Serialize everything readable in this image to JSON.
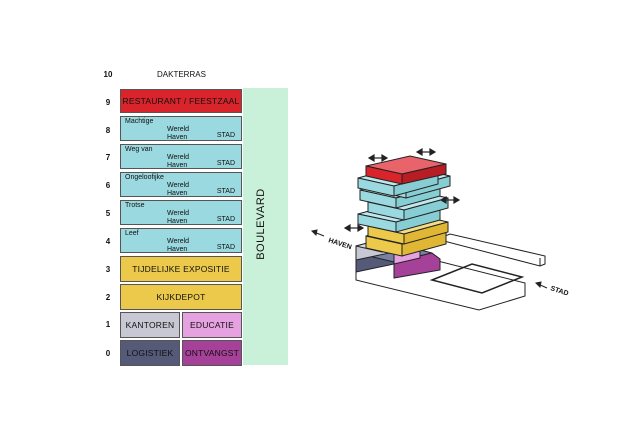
{
  "diagram": {
    "floors": [
      "10",
      "9",
      "8",
      "7",
      "6",
      "5",
      "4",
      "3",
      "2",
      "1",
      "0"
    ],
    "roof_label": "DAKTERRAS",
    "boulevard": "BOULEVARD",
    "blocks": {
      "restaurant": "RESTAURANT / FEESTZAAL",
      "tijdelijke": "TIJDELIJKE EXPOSITIE",
      "kijkdepot": "KIJKDEPOT",
      "kantoren": "KANTOREN",
      "educatie": "EDUCATIE",
      "logistiek": "LOGISTIEK",
      "ontvangst": "ONTVANGST"
    },
    "themes": [
      {
        "name": "Machtige",
        "line2": "Wereld",
        "line3": "Haven",
        "stad": "STAD"
      },
      {
        "name": "Weg van",
        "line2": "Wereld",
        "line3": "Haven",
        "stad": "STAD"
      },
      {
        "name": "Ongeloofijke",
        "line2": "Wereld",
        "line3": "Haven",
        "stad": "STAD"
      },
      {
        "name": "Trotse",
        "line2": "Wereld",
        "line3": "Haven",
        "stad": "STAD"
      },
      {
        "name": "Leef",
        "line2": "Wereld",
        "line3": "Haven",
        "stad": "STAD"
      }
    ],
    "axo": {
      "haven": "HAVEN",
      "stad": "STAD"
    },
    "colors": {
      "red": "#d9242c",
      "teal": "#9ad9df",
      "yellow": "#ecc94a",
      "grey": "#c7c8d3",
      "pink": "#e6a2e0",
      "navy": "#545a78",
      "purple": "#a6419a",
      "green": "#c9f0d8"
    }
  }
}
